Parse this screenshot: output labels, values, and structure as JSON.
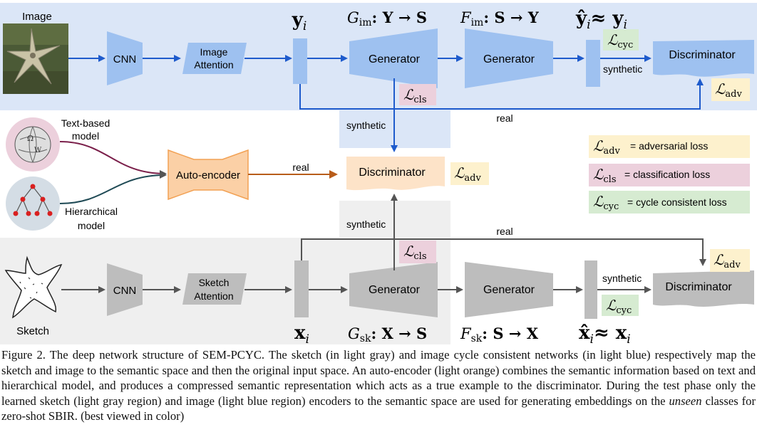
{
  "image_section": {
    "image_label": "Image",
    "cnn_label": "CNN",
    "attention_line1": "Image",
    "attention_line2": "Attention",
    "y_label": "y",
    "y_sub": "i",
    "g_im_label": "G",
    "g_im_sub": "im",
    "g_im_map": ": Y → S",
    "f_im_label": "F",
    "f_im_sub": "im",
    "f_im_map": ": S → Y",
    "recon_label_hat": "ŷ",
    "recon_label_rest": "≈ y",
    "recon_sub": "i",
    "generator1_label": "Generator",
    "generator2_label": "Generator",
    "discriminator_label": "Discriminator",
    "synthetic_label": "synthetic",
    "real_label": "real",
    "cyc_loss": "cyc",
    "cls_loss": "cls",
    "adv_loss": "adv"
  },
  "middle_section": {
    "text_model_line1": "Text-based",
    "text_model_line2": "model",
    "hier_model_line1": "Hierarchical",
    "hier_model_line2": "model",
    "autoencoder_label": "Auto-encoder",
    "real_label": "real",
    "discriminator_label": "Discriminator",
    "adv_loss": "adv",
    "synthetic_top": "synthetic",
    "synthetic_bottom": "synthetic"
  },
  "legend": {
    "adv_sub": "adv",
    "adv_text": "= adversarial loss",
    "cls_sub": "cls",
    "cls_text": "= classification loss",
    "cyc_sub": "cyc",
    "cyc_text": "= cycle consistent loss",
    "colors": {
      "adv": "#fdf1cd",
      "cls": "#ecd0dc",
      "cyc": "#d6ebd1"
    }
  },
  "sketch_section": {
    "sketch_label": "Sketch",
    "cnn_label": "CNN",
    "attention_line1": "Sketch",
    "attention_line2": "Attention",
    "x_label": "x",
    "x_sub": "i",
    "g_sk_label": "G",
    "g_sk_sub": "sk",
    "g_sk_map": ": X → S",
    "f_sk_label": "F",
    "f_sk_sub": "sk",
    "f_sk_map": ": S → X",
    "recon_label_hat": "x̂",
    "recon_label_rest": "≈ x",
    "recon_sub": "i",
    "generator1_label": "Generator",
    "generator2_label": "Generator",
    "discriminator_label": "Discriminator",
    "synthetic_label": "synthetic",
    "real_label": "real",
    "cls_loss": "cls",
    "cyc_loss": "cyc",
    "adv_loss": "adv"
  },
  "caption": {
    "part1": "Figure 2. The deep network structure of SEM-PCYC. The sketch (in light gray) and image cycle consistent networks (in light blue) respectively map the sketch and image to the semantic space and then the original input space. An auto-encoder (light orange) combines the semantic information based on text and hierarchical model, and produces a compressed semantic representation which acts as a true example to the discriminator. During the test phase only the learned sketch (light gray region) and image (light blue region) encoders to the semantic space are used for generating embeddings on the ",
    "italic": "unseen",
    "part2": " classes for zero-shot SBIR. (best viewed in color)"
  },
  "colors": {
    "blue_region": "#dbe6f7",
    "gray_region": "#efefef",
    "blue_block": "#9ec1f0",
    "gray_block": "#bdbdbd",
    "orange_block": "#fbd0a6",
    "blue_arrow": "#1e5bcc",
    "gray_arrow": "#555555",
    "orange_arrow": "#b85c1a"
  }
}
